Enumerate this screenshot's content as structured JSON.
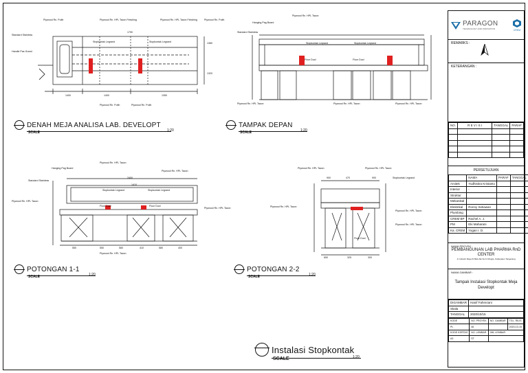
{
  "views": {
    "plan": {
      "title": "DENAH MEJA ANALISA LAB. DEVELOPT",
      "scale_label": "SCALE",
      "scale_value": "1:20"
    },
    "front": {
      "title": "TAMPAK DEPAN",
      "scale_label": "SCALE",
      "scale_value": "1:20"
    },
    "section1": {
      "title": "POTONGAN 1-1",
      "scale_label": "SCALE",
      "scale_value": "1:20"
    },
    "section2": {
      "title": "POTONGAN 2-2",
      "scale_label": "SCALE",
      "scale_value": "1:20"
    },
    "main": {
      "title": "Instalasi Stopkontak",
      "scale_label": "SCALE",
      "scale_value": "1:20"
    }
  },
  "annotations": {
    "plan": [
      "Plywood Rn. Putih",
      "Plywood Rn. HPL Tacon Finishing",
      "Plywood Rn. HPL Tacon Finishing",
      "Plywood Rn. Putih",
      "Stopkontak Legrand",
      "Stopkontak Legrand",
      "Handle Pas Grand",
      "Standard Stainless",
      "Plywood Rn. Putih",
      "Plywood Rn. Putih"
    ],
    "plan_dims": [
      "1400",
      "1400",
      "1350",
      "1380",
      "1320",
      "1790"
    ],
    "front": [
      "Hanging Pag Board",
      "Plywood Rn. HPL Tacon",
      "Standard Stainless",
      "Stopkontak Legrand",
      "Stopkontak Legrand",
      "Floor Duct",
      "Floor Duct",
      "Plywood Rn. HPL Tacon",
      "Plywood Rn. HPL Tacon",
      "Plywood Rn. HPL Tacon"
    ],
    "section1": [
      "Hanging Pag Board",
      "Plywood Rn. HPL Tacon",
      "Plywood Rn. HPL Tacon",
      "Standard Stainless",
      "Stopkontak Legrand",
      "Stopkontak Legrand",
      "Floor Duct",
      "Floor Duct",
      "Plywood Rn. HPL Tacon",
      "Plywood Rn. HPL Tacon",
      "Plywood Rn. HPL Tacon"
    ],
    "section1_dims": [
      "2400",
      "1410",
      "550",
      "550",
      "580",
      "410",
      "580",
      "400"
    ],
    "section2": [
      "Plywood Rn. HPL Tacon",
      "Plywood Rn. HPL Tacon",
      "Stopkontak Legrand",
      "Plywood Rn. HPL Tacon",
      "Plywood Rn. HPL Tacon",
      "Floor Duct",
      "Plywood Rn. HPL Tacon"
    ],
    "section2_dims": [
      "900",
      "470",
      "900",
      "650",
      "325",
      "300"
    ]
  },
  "title_block": {
    "brand": "PARAGON",
    "brand_sub": "TECHNOLOGY AND INNOVATION",
    "brand2": "CREM",
    "remarks_label": "REMARKS :",
    "notes_label": "KETERANGAN :",
    "revision_headers": [
      "NO.",
      "R E V I S I",
      "TANGGAL",
      "PARAF"
    ],
    "approval_title": "PERSETUJUAN",
    "approval_headers": [
      "",
      "NAMA",
      "PARAF",
      "TANGGAL"
    ],
    "approvals": [
      {
        "role": "Arsitek",
        "name": "Yudhistira Kristanto"
      },
      {
        "role": "Interior",
        "name": "-"
      },
      {
        "role": "Struktur",
        "name": ""
      },
      {
        "role": "Mekanikal",
        "name": ""
      },
      {
        "role": "Elektrikal",
        "name": "Ronny Setiawan"
      },
      {
        "role": "Plumbing",
        "name": ""
      },
      {
        "role": "CREM BP",
        "name": "Rachel A. J."
      },
      {
        "role": "PM",
        "name": "Eki Maharani"
      },
      {
        "role": "Ka. CREM",
        "name": "Yogan I. D."
      }
    ],
    "project_label": "NAMA PROYEK :",
    "project_name": "PEMBANGUNAN LAB PHARMA RnD CENTER",
    "project_address": "Jl. Industri Raya III Blok AE No.6 Cibugis, Kabupaten Tangerang",
    "drawing_label": "NAMA GAMBAR :",
    "drawing_name": "Tampak Instalasi Stopkontak Meja Developt",
    "drawn_label": "DIGAMBAR",
    "drawn_value": "Hanif Fahrezani",
    "check_label": "Skala",
    "check_value": "",
    "date_label": "TANGGAL",
    "date_value": "2020/10/15",
    "code_headers": [
      "KODE",
      "NO. PROYEK",
      "NO. GAMBAR",
      "TGL. RILIS"
    ],
    "code_values": [
      "PL",
      "46",
      "",
      "2020-10-15"
    ],
    "sheet_headers": [
      "KODE KERTAS",
      "NO. LEMBAR",
      "JML LEMBAR"
    ],
    "sheet_values": [
      "A3",
      "ST",
      ""
    ]
  },
  "colors": {
    "line": "#111111",
    "accent": "#e02020",
    "brand": "#1b6fa8",
    "gray": "#9a9a9a"
  }
}
